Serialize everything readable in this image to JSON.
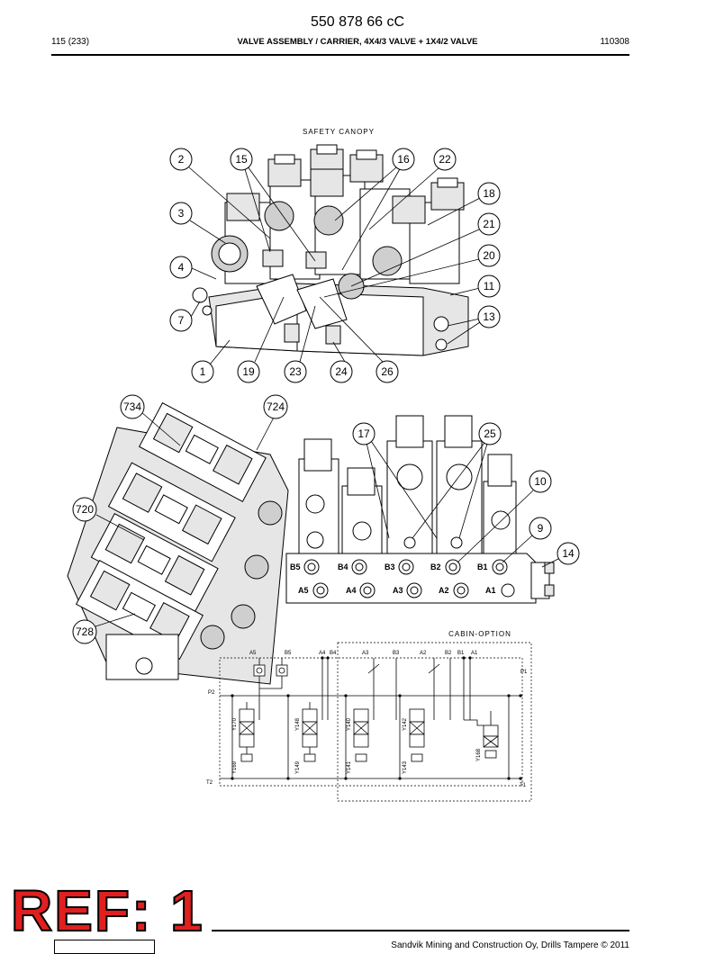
{
  "header": {
    "doc_number": "550 878 66 cC",
    "page": "115 (233)",
    "title": "VALVE ASSEMBLY / CARRIER, 4X4/3 VALVE + 1X4/2 VALVE",
    "date_code": "110308"
  },
  "figure": {
    "canopy_label": "SAFETY CANOPY",
    "cabin_label": "CABIN-OPTION",
    "top_callouts": [
      "2",
      "15",
      "16",
      "22",
      "18",
      "3",
      "21",
      "20",
      "4",
      "11",
      "7",
      "13",
      "1",
      "19",
      "23",
      "24",
      "26"
    ],
    "bottom_callouts": [
      "734",
      "724",
      "17",
      "25",
      "10",
      "720",
      "9",
      "14",
      "728"
    ],
    "port_labels_b": [
      "B5",
      "B4",
      "B3",
      "B2",
      "B1"
    ],
    "port_labels_a": [
      "A5",
      "A4",
      "A3",
      "A2",
      "A1"
    ],
    "schematic": {
      "ports": [
        "A5",
        "B5",
        "A4",
        "B4",
        "A3",
        "B3",
        "A2",
        "B2",
        "B1",
        "A1"
      ],
      "p_left": "P2",
      "p_right": "P1",
      "t_left": "T2",
      "t_right": "T1",
      "solenoids_top": [
        "Y170",
        "Y148",
        "Y140",
        "Y142"
      ],
      "solenoids_bottom": [
        "Y169",
        "Y149",
        "Y141",
        "Y143"
      ],
      "solenoid_single": "Y168"
    }
  },
  "footer": {
    "ref": "REF: 1",
    "copyright": "Sandvik Mining and Construction Oy, Drills Tampere © 2011"
  }
}
